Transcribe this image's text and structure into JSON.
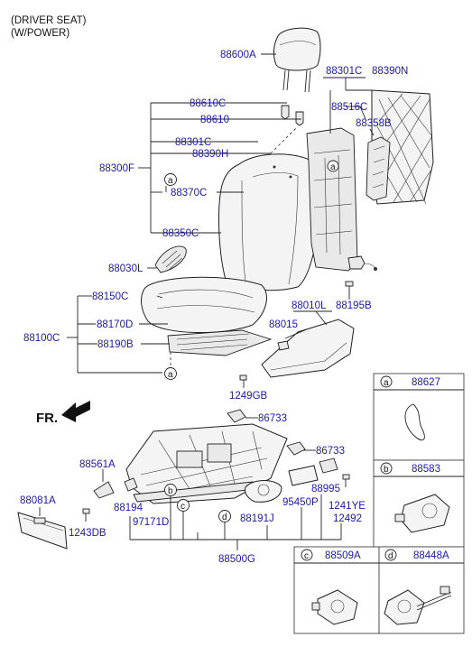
{
  "header": {
    "line1": "(DRIVER SEAT)",
    "line2": "(W/POWER)"
  },
  "front_marker": "FR.",
  "labels": {
    "p88600A": "88600A",
    "p88301C_a": "88301C",
    "p88390N": "88390N",
    "p88516C": "88516C",
    "p88358B": "88358B",
    "p88610C": "88610C",
    "p88610": "88610",
    "p88301C_b": "88301C",
    "p88390H": "88390H",
    "p88300F": "88300F",
    "p88370C": "88370C",
    "p88350C": "88350C",
    "p88030L": "88030L",
    "p88150C": "88150C",
    "p88170D": "88170D",
    "p88100C": "88100C",
    "p88190B": "88190B",
    "p88010L": "88010L",
    "p88195B": "88195B",
    "p88015": "88015",
    "p1249GB": "1249GB",
    "p86733_a": "86733",
    "p86733_b": "86733",
    "p88561A": "88561A",
    "p88081A": "88081A",
    "p88194": "88194",
    "p97171D": "97171D",
    "p1243DB": "1243DB",
    "p88191J": "88191J",
    "p88995": "88995",
    "p95450P": "95450P",
    "p1241YE": "1241YE",
    "p12492": "12492",
    "p88500G": "88500G"
  },
  "callouts": {
    "a": "a",
    "b": "b",
    "c": "c",
    "d": "d"
  },
  "legend": {
    "a": {
      "letter": "a",
      "part": "88627"
    },
    "b": {
      "letter": "b",
      "part": "88583"
    },
    "c": {
      "letter": "c",
      "part": "88509A"
    },
    "d": {
      "letter": "d",
      "part": "88448A"
    }
  }
}
